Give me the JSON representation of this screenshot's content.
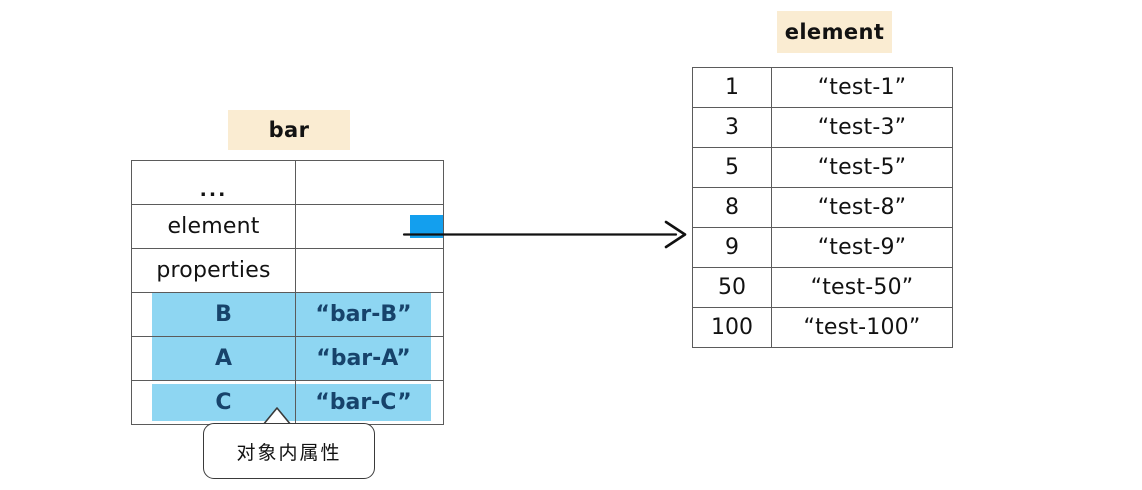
{
  "diagram": {
    "left_table": {
      "title": "bar",
      "title_bg": "#faecd2",
      "rows": [
        {
          "key": "...",
          "value": "",
          "highlight": false,
          "kind": "dots"
        },
        {
          "key": "element",
          "value": "",
          "highlight": false,
          "kind": "swatch"
        },
        {
          "key": "properties",
          "value": "",
          "highlight": false,
          "kind": "plain"
        },
        {
          "key": "B",
          "value": "“bar-B”",
          "highlight": true,
          "kind": "plain"
        },
        {
          "key": "A",
          "value": "“bar-A”",
          "highlight": true,
          "kind": "plain"
        },
        {
          "key": "C",
          "value": "“bar-C”",
          "highlight": true,
          "kind": "plain"
        }
      ],
      "swatch_color": "#139fee",
      "highlight_bg": "#8ed6f2",
      "highlight_text": "#17436b"
    },
    "right_table": {
      "title": "element",
      "title_bg": "#faecd2",
      "rows": [
        {
          "index": "1",
          "value": "“test-1”"
        },
        {
          "index": "3",
          "value": "“test-3”"
        },
        {
          "index": "5",
          "value": "“test-5”"
        },
        {
          "index": "8",
          "value": "“test-8”"
        },
        {
          "index": "9",
          "value": "“test-9”"
        },
        {
          "index": "50",
          "value": "“test-50”"
        },
        {
          "index": "100",
          "value": "“test-100”"
        }
      ]
    },
    "callout": {
      "text": "对象内属性"
    },
    "connector": {
      "kind": "arrow",
      "from": "bar.element value swatch",
      "to": "element table",
      "color": "#111111"
    }
  }
}
